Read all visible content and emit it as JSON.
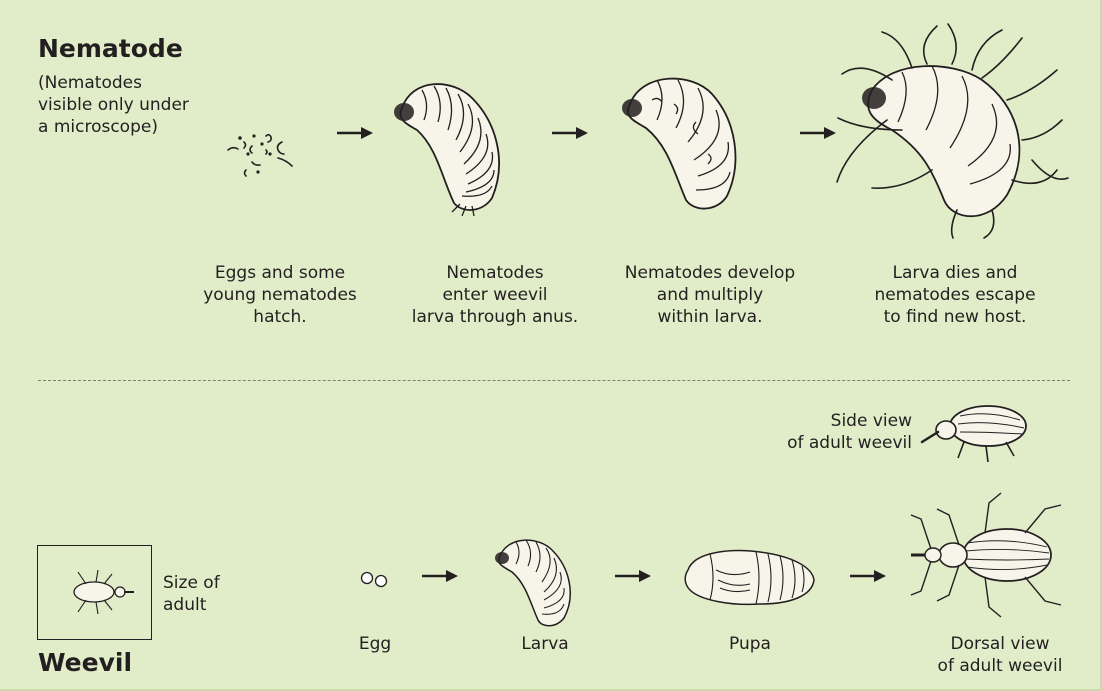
{
  "nematode": {
    "title": "Nematode",
    "note": "(Nematodes\nvisible only under\na microscope)",
    "captions": [
      "Eggs and some\nyoung nematodes\nhatch.",
      "Nematodes\nenter weevil\nlarva through anus.",
      "Nematodes develop\nand multiply\nwithin larva.",
      "Larva dies and\nnematodes escape\nto find new host."
    ]
  },
  "weevil": {
    "title": "Weevil",
    "size_label": "Size of\nadult",
    "side_view": "Side view\nof adult weevil",
    "stages": [
      "Egg",
      "Larva",
      "Pupa",
      "Dorsal view\nof adult weevil"
    ]
  },
  "icons": [
    "nematode-eggs-illustration",
    "arrow-right-icon",
    "weevil-larva-illustration",
    "infected-larva-illustration",
    "dead-larva-illustration",
    "weevil-egg-illustration",
    "weevil-pupa-illustration",
    "adult-weevil-illustration"
  ],
  "colors": {
    "background": "#e1ecc8",
    "ink": "#231f20",
    "body": "#f7f5ea"
  }
}
